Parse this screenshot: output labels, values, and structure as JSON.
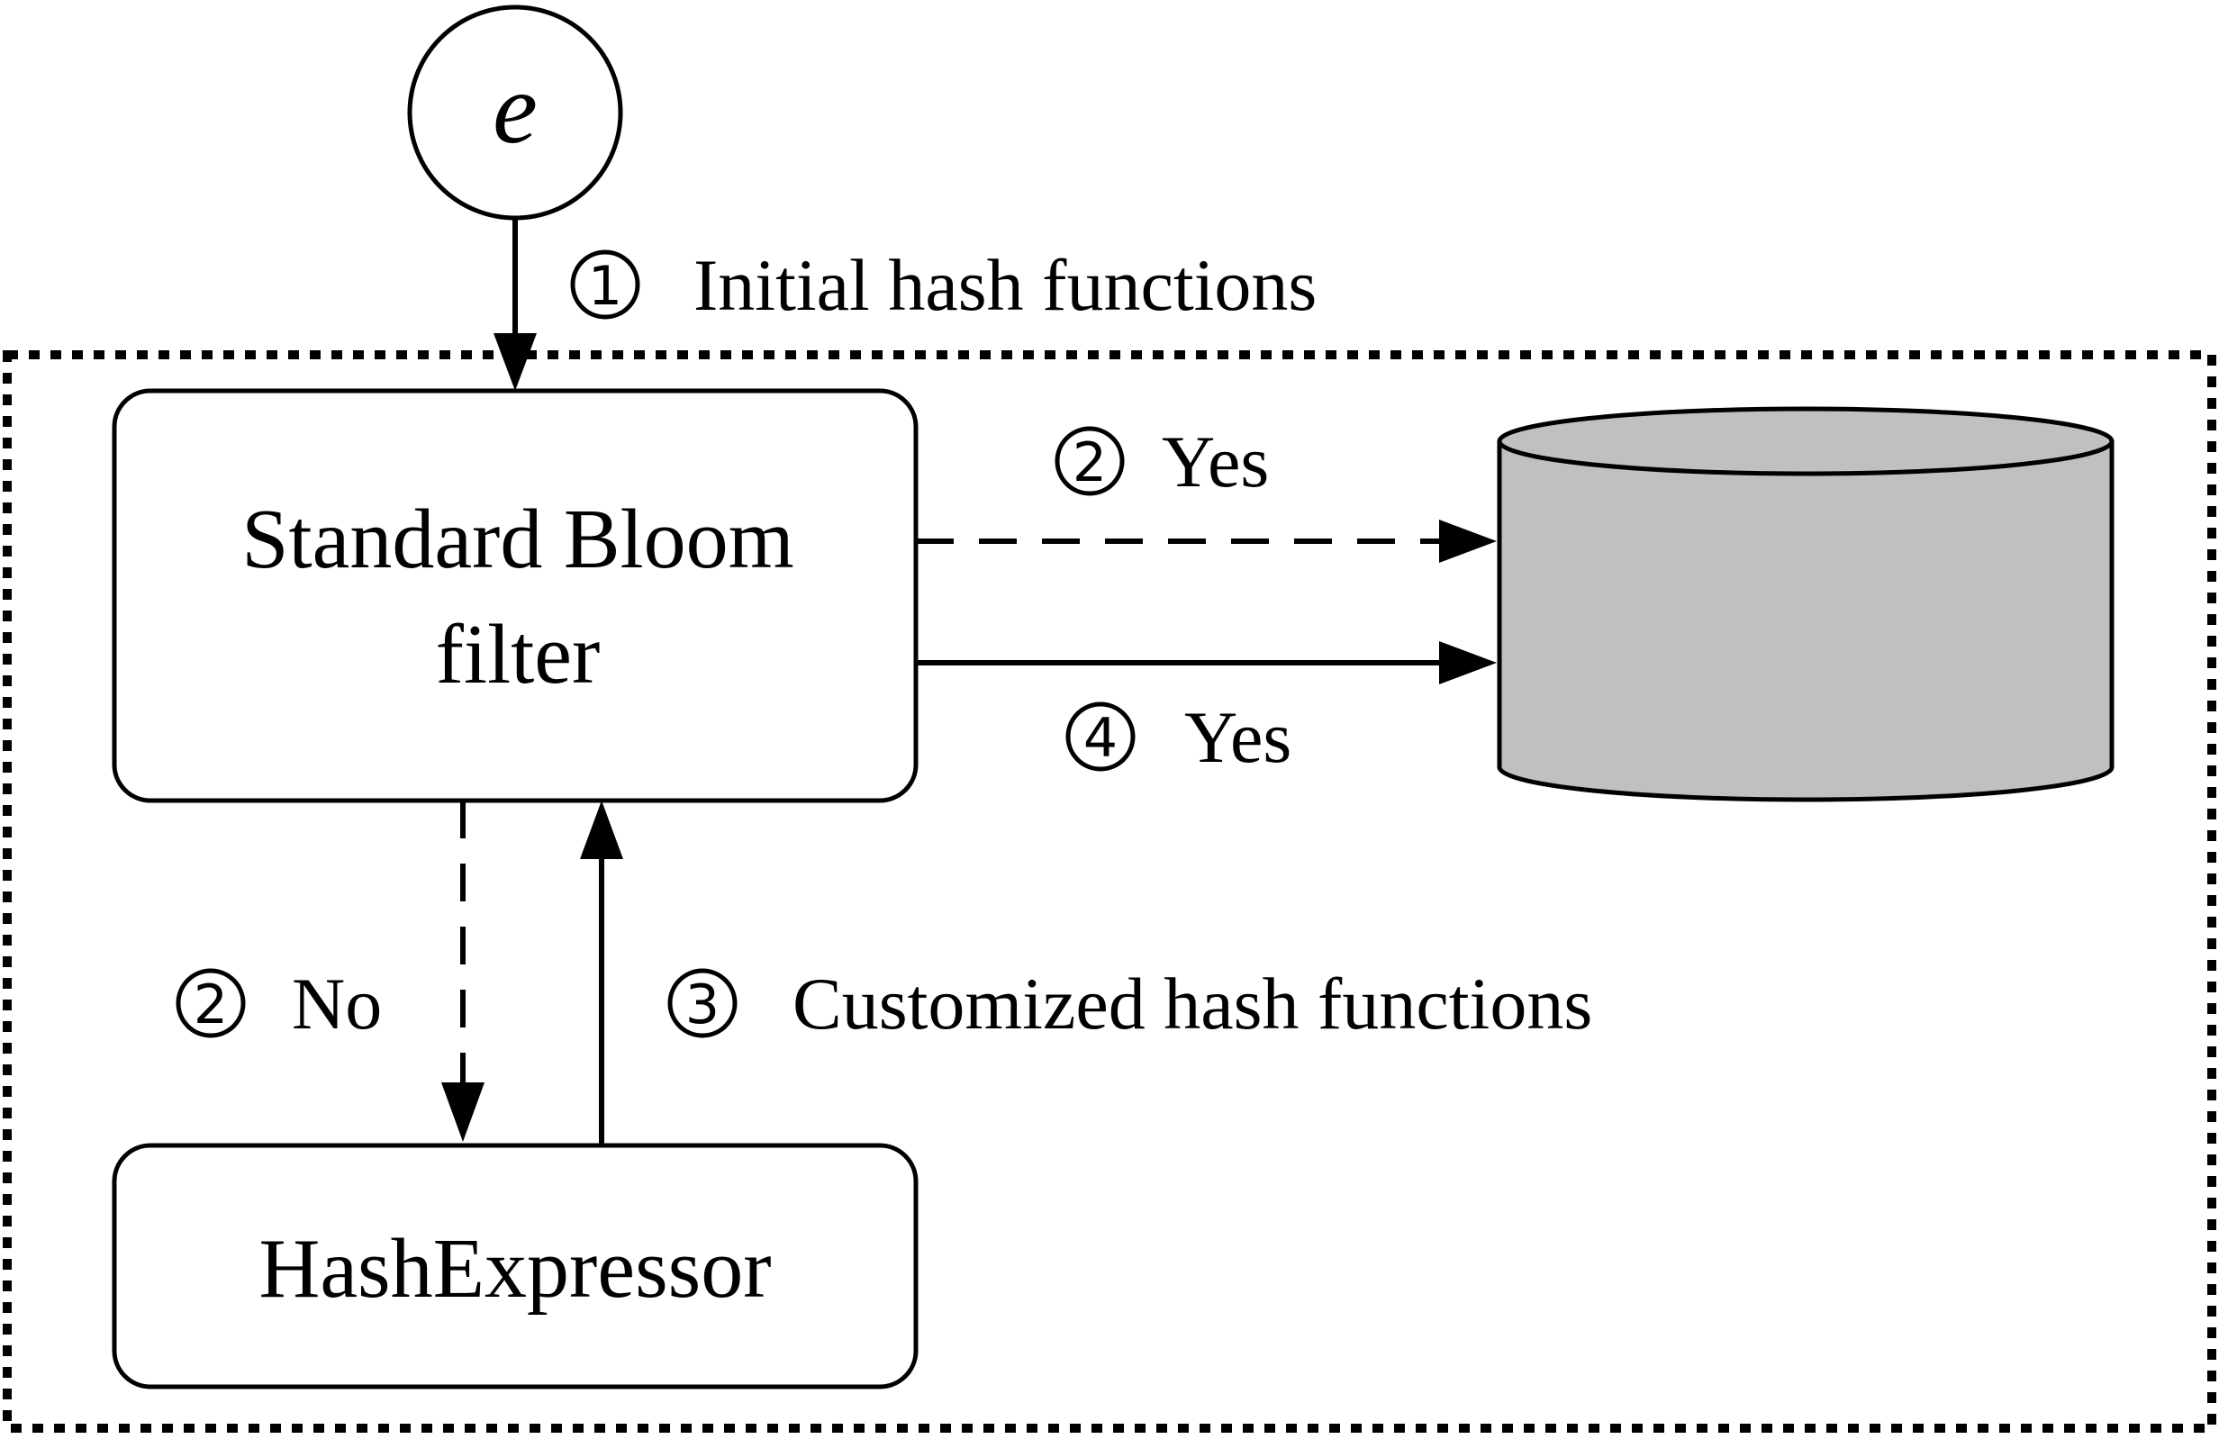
{
  "diagram": {
    "entity": "e",
    "nodes": {
      "bloom_line1": "Standard Bloom",
      "bloom_line2": "filter",
      "hash_expressor": "HashExpressor"
    },
    "edges": {
      "step1": {
        "number": "1",
        "label": "Initial hash functions"
      },
      "step2_yes": {
        "number": "2",
        "label": "Yes"
      },
      "step2_no": {
        "number": "2",
        "label": "No"
      },
      "step3": {
        "number": "3",
        "label": "Customized hash functions"
      },
      "step4": {
        "number": "4",
        "label": "Yes"
      }
    },
    "colors": {
      "database_fill": "#c0c0c0",
      "stroke": "#000000"
    }
  }
}
